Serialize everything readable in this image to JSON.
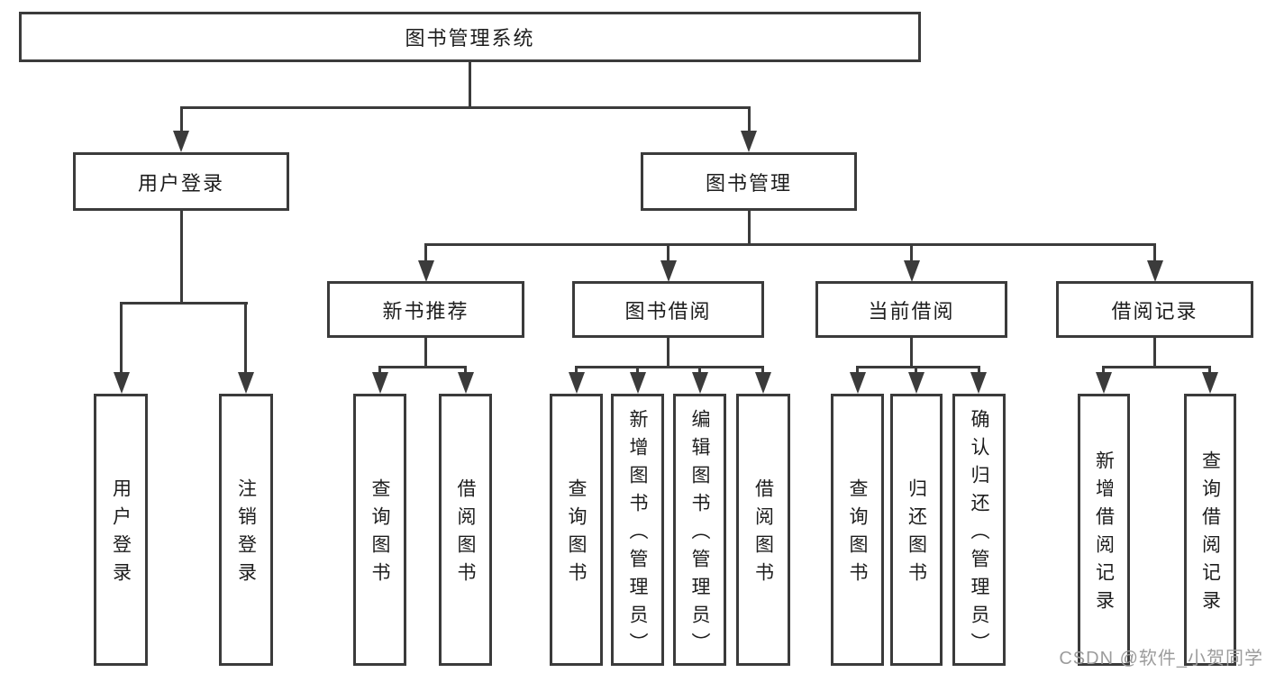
{
  "diagram": {
    "root": {
      "label": "图书管理系统"
    },
    "level2": [
      {
        "label": "用户登录"
      },
      {
        "label": "图书管理"
      }
    ],
    "level3": [
      {
        "label": "新书推荐"
      },
      {
        "label": "图书借阅"
      },
      {
        "label": "当前借阅"
      },
      {
        "label": "借阅记录"
      }
    ],
    "leaves": {
      "login": [
        "用户登录",
        "注销登录"
      ],
      "recommend": [
        "查询图书",
        "借阅图书"
      ],
      "borrow": [
        "查询图书",
        "新增图书（管理员）",
        "编辑图书（管理员）",
        "借阅图书"
      ],
      "current": [
        "查询图书",
        "归还图书",
        "确认归还（管理员）"
      ],
      "records": [
        "新增借阅记录",
        "查询借阅记录"
      ]
    },
    "colors": {
      "line": "#3b3b3b",
      "text": "#1d1d1d",
      "watermark": "#9c9c9c"
    },
    "watermark": "CSDN @软件_小贺同学"
  }
}
